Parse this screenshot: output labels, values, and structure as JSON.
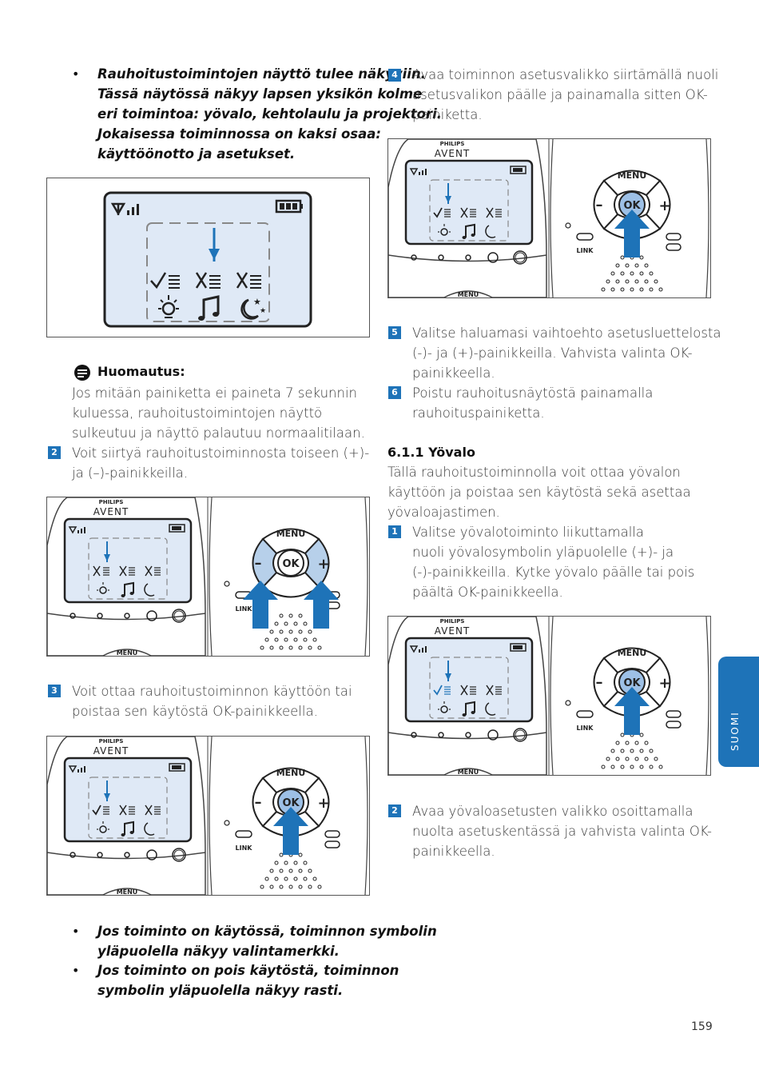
{
  "intro": {
    "bullet": "•",
    "lines": [
      "Rauhoitustoimintojen näyttö tulee näkyviin.",
      "Tässä näytössä näkyy lapsen yksikön kolme",
      "eri toimintoa: yövalo, kehtolaulu ja projektori.",
      "Jokaisessa toiminnossa on kaksi osaa:",
      "käyttöönotto ja asetukset."
    ]
  },
  "note": {
    "title": "Huomautus:",
    "lines": [
      "Jos mitään painiketta ei paineta 7 sekunnin",
      "kuluessa, rauhoitustoimintojen näyttö",
      "sulkeutuu ja näyttö palautuu normaalitilaan."
    ]
  },
  "steps_left": [
    {
      "num": "2",
      "lines": [
        "Voit siirtyä rauhoitustoiminnosta toiseen (+)-",
        "ja (–)-painikkeilla."
      ]
    },
    {
      "num": "3",
      "lines": [
        "Voit ottaa rauhoitustoiminnon käyttöön tai",
        "poistaa sen käytöstä OK-painikkeella."
      ]
    }
  ],
  "bottom_bullets": [
    {
      "lines": [
        "Jos toiminto on käytössä, toiminnon symbolin",
        "yläpuolella näkyy valintamerkki."
      ]
    },
    {
      "lines": [
        "Jos toiminto on pois käytöstä, toiminnon",
        "symbolin yläpuolella näkyy rasti."
      ]
    }
  ],
  "steps_right": [
    {
      "num": "4",
      "lines": [
        "Avaa toiminnon asetusvalikko siirtämällä nuoli",
        "asetusvalikon päälle ja painamalla sitten OK-",
        "painiketta."
      ]
    },
    {
      "num": "5",
      "lines": [
        "Valitse haluamasi vaihtoehto asetusluettelosta",
        "(-)- ja (+)-painikkeilla. Vahvista valinta OK-",
        "painikkeella."
      ]
    },
    {
      "num": "6",
      "lines": [
        "Poistu rauhoitusnäytöstä painamalla",
        "rauhoituspainiketta."
      ]
    }
  ],
  "section": {
    "title": "6.1.1 Yövalo",
    "lines": [
      "Tällä rauhoitustoiminnolla voit ottaa yövalon",
      "käyttöön ja poistaa sen käytöstä sekä asettaa",
      "yövaloajastimen."
    ]
  },
  "steps_section": [
    {
      "num": "1",
      "lines": [
        "Valitse yövalotoiminto liikuttamalla",
        "nuoli yövalosymbolin yläpuolelle (+)- ja",
        "(-)-painikkeilla. Kytke yövalo päälle tai pois",
        "päältä OK-painikkeella."
      ]
    },
    {
      "num": "2",
      "lines": [
        "Avaa yövaloasetusten valikko osoittamalla",
        "nuolta asetuskentässä ja vahvista valinta OK-",
        "painikkeella."
      ]
    }
  ],
  "device": {
    "brand_small": "PHILIPS",
    "brand": "AVENT",
    "menu": "MENU",
    "ok": "OK",
    "link": "LINK",
    "minus": "–",
    "plus": "+"
  },
  "side_tab": "SUOMI",
  "page_number": "159",
  "colors": {
    "accent": "#1e73b8",
    "lcd": "#dfe9f6"
  }
}
